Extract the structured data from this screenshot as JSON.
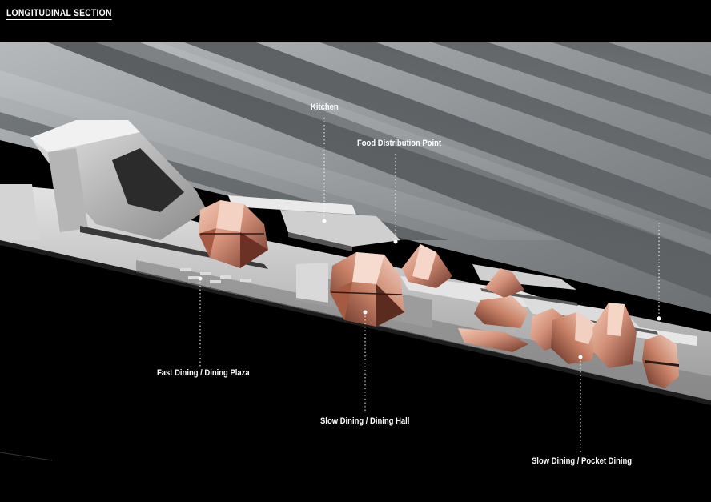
{
  "title": "LONGITUDINAL SECTION",
  "labels": {
    "kitchen": "Kitchen",
    "food_distribution": "Food Distribution Point",
    "fast_dining": "Fast Dining / Dining Plaza",
    "slow_dining_hall": "Slow Dining / Dining Hall",
    "pocket_dining": "Slow Dining / Pocket Dining"
  },
  "colors": {
    "background": "#000000",
    "roof_light": "#a9acae",
    "roof_dark": "#5f6366",
    "floor": "#c9c9c9",
    "copper": "#d59a82",
    "copper_dark": "#7a3f30",
    "label": "#ffffff"
  }
}
